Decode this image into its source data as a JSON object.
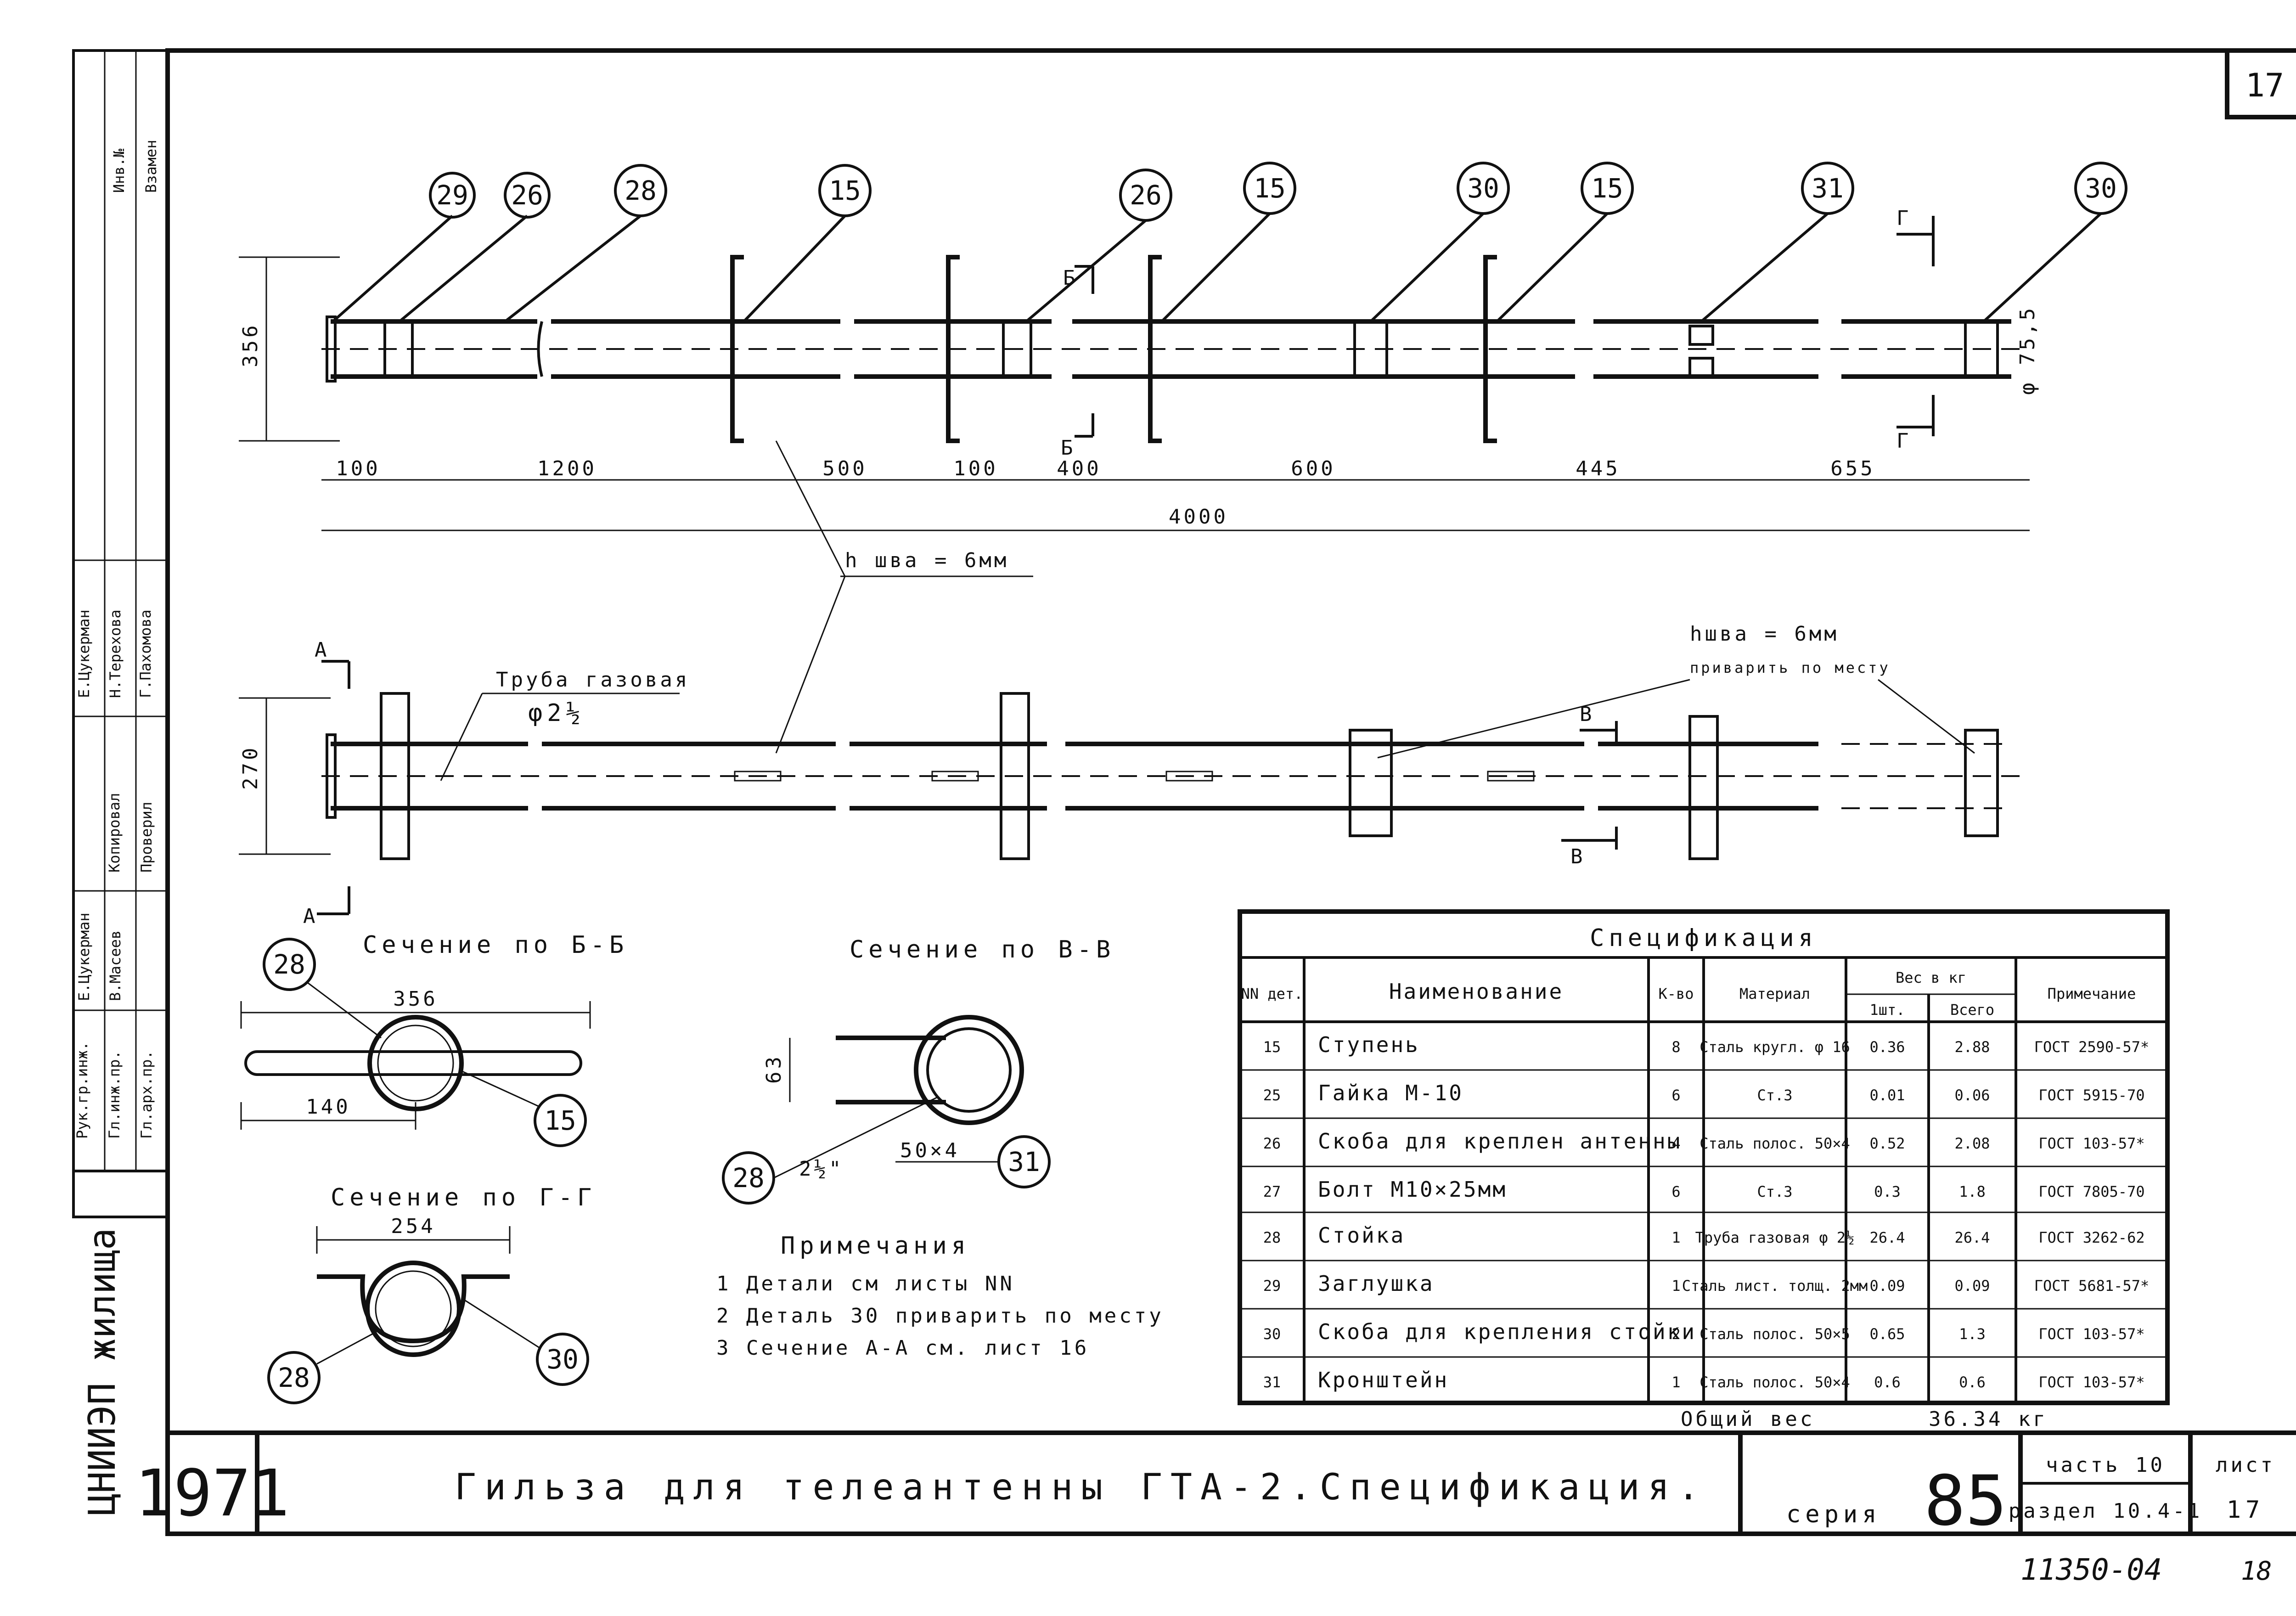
{
  "sheet_corner": "17",
  "callouts_top": [
    "29",
    "26",
    "28",
    "15",
    "26",
    "15",
    "30",
    "15",
    "31",
    "30"
  ],
  "dims_top": [
    "100",
    "1200",
    "500",
    "100",
    "400",
    "600",
    "445",
    "655"
  ],
  "dim_total": "4000",
  "dim_height_top": "356",
  "dim_height_mid": "270",
  "pipe_diameter": "φ 75,5",
  "section_marks": {
    "b": "Б",
    "v": "В",
    "g": "Г",
    "a": "А"
  },
  "weld_note_1": "h шва = 6мм",
  "weld_note_2a": "hшва = 6мм",
  "weld_note_2b": "приварить по месту",
  "pipe_label_1": "Труба газовая",
  "pipe_label_2": "φ2½",
  "section_bb": {
    "title": "Сечение по Б-Б",
    "dim1": "356",
    "dim2": "140",
    "c1": "28",
    "c2": "15"
  },
  "section_vv": {
    "title": "Сечение по В-В",
    "dim1": "63",
    "dim2": "50×4",
    "dim3": "2½\"",
    "c1": "28",
    "c2": "31"
  },
  "section_gg": {
    "title": "Сечение по Г-Г",
    "dim1": "254",
    "c1": "28",
    "c2": "30"
  },
  "notes": {
    "title": "Примечания",
    "items": [
      "1 Детали см листы NN",
      "2 Деталь 30 приварить по месту",
      "3 Сечение А-А см. лист 16"
    ]
  },
  "spec": {
    "title": "Спецификация",
    "headers": {
      "nn": "NN дет.",
      "name": "Наименование",
      "qty": "К-во",
      "material": "Материал",
      "weight": "Вес в кг",
      "w1": "1шт.",
      "w2": "Всего",
      "note": "Примечание"
    },
    "rows": [
      [
        "15",
        "Ступень",
        "8",
        "Сталь кругл. φ 16",
        "0.36",
        "2.88",
        "ГОСТ 2590-57*"
      ],
      [
        "25",
        "Гайка М-10",
        "6",
        "Ст.3",
        "0.01",
        "0.06",
        "ГОСТ 5915-70"
      ],
      [
        "26",
        "Скоба для креплен антенны",
        "4",
        "Сталь полос. 50×4",
        "0.52",
        "2.08",
        "ГОСТ 103-57*"
      ],
      [
        "27",
        "Болт М10×25мм",
        "6",
        "Ст.3",
        "0.3",
        "1.8",
        "ГОСТ 7805-70"
      ],
      [
        "28",
        "Стойка",
        "1",
        "Труба газовая φ 2½",
        "26.4",
        "26.4",
        "ГОСТ 3262-62"
      ],
      [
        "29",
        "Заглушка",
        "1",
        "Сталь лист. толщ. 2мм",
        "0.09",
        "0.09",
        "ГОСТ 5681-57*"
      ],
      [
        "30",
        "Скоба для крепления стойки",
        "2",
        "Сталь полос. 50×5",
        "0.65",
        "1.3",
        "ГОСТ 103-57*"
      ],
      [
        "31",
        "Кронштейн",
        "1",
        "Сталь полос. 50×4",
        "0.6",
        "0.6",
        "ГОСТ 103-57*"
      ]
    ],
    "total_label": "Общий вес",
    "total_value": "36.34 кг"
  },
  "side_stamp": {
    "org": "ЦНИИЭП жилища",
    "roles": [
      "Гл.арх.пр.",
      "Гл.инж.пр.",
      "Рук.гр.инж.",
      "Проверил",
      "Копировал"
    ],
    "names": [
      "В.Масеев",
      "Е.Цукерман",
      "Н.Терехова",
      "Е.Цукерман",
      "Г.Пахомова"
    ],
    "top": [
      "Взамен",
      "Инв.№"
    ]
  },
  "title_block": {
    "year": "1971",
    "title": "Гильза для телеантенны ГТА-2.Спецификация.",
    "series_label": "серия",
    "series_value": "85",
    "part": "часть 10",
    "section": "раздел 10.4-1",
    "sheet_label": "лист",
    "sheet_value": "17"
  },
  "footer_number": "11350-04",
  "footer_sheet": "18"
}
